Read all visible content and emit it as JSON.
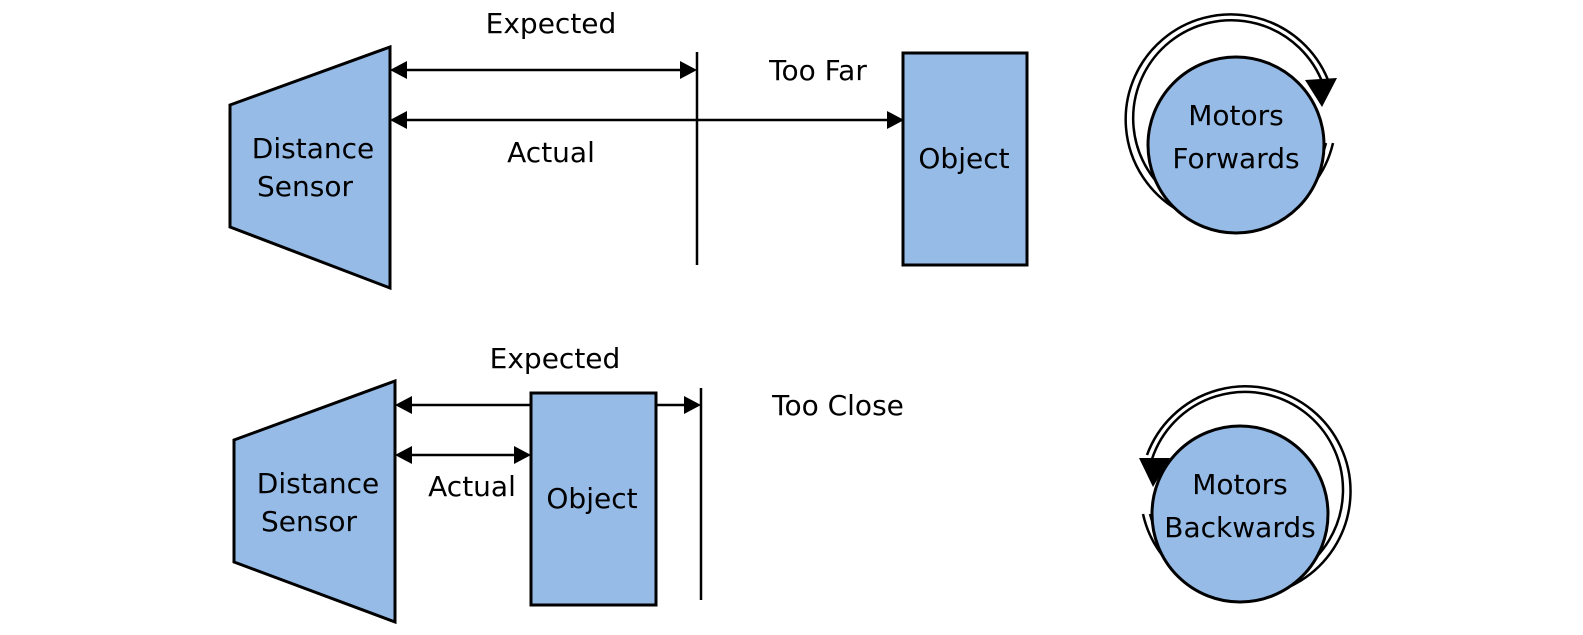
{
  "colors": {
    "shape_fill": "#96bbe6",
    "stroke": "#000000",
    "background": "#ffffff"
  },
  "top": {
    "sensor_line1": "Distance",
    "sensor_line2": "Sensor",
    "expected_label": "Expected",
    "actual_label": "Actual",
    "status_label": "Too Far",
    "object_label": "Object",
    "motor_line1": "Motors",
    "motor_line2": "Forwards",
    "rotation": "clockwise"
  },
  "bottom": {
    "sensor_line1": "Distance",
    "sensor_line2": "Sensor",
    "expected_label": "Expected",
    "actual_label": "Actual",
    "status_label": "Too Close",
    "object_label": "Object",
    "motor_line1": "Motors",
    "motor_line2": "Backwards",
    "rotation": "counter-clockwise"
  }
}
